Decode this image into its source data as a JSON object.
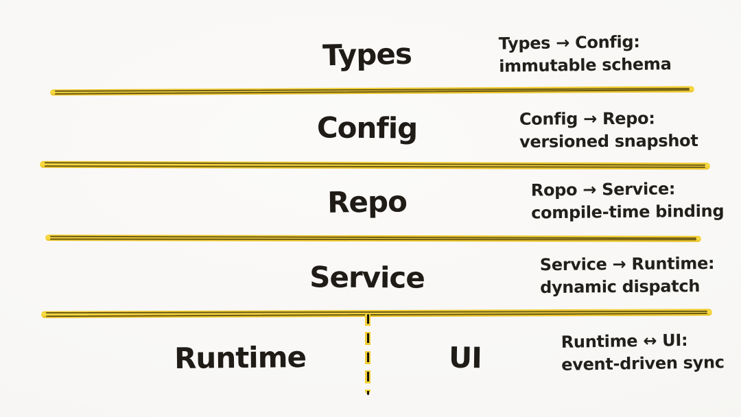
{
  "diagram": {
    "rows": [
      {
        "label": "Types",
        "note1": "Types → Config:",
        "note2": "immutable schema"
      },
      {
        "label": "Config",
        "note1": "Config → Repo:",
        "note2": "versioned snapshot"
      },
      {
        "label": "Repo",
        "note1": "Ropo → Service:",
        "note2": "compile-time binding"
      },
      {
        "label": "Service",
        "note1": "Service → Runtime:",
        "note2": "dynamic dispatch"
      },
      {
        "label": "Runtime",
        "label2": "UI",
        "note1": "Runtime ↔ UI:",
        "note2": "event-driven sync"
      }
    ],
    "colors": {
      "highlighter": "#F2CF36",
      "ink": "#201D18",
      "paper": "#F8F7F5"
    }
  }
}
